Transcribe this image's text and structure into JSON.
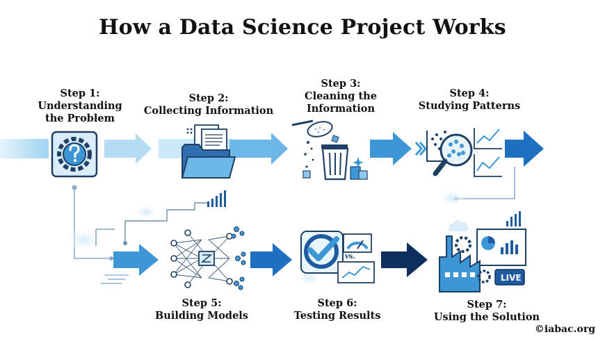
{
  "title": "How a Data Science Project Works",
  "steps": [
    {
      "number": "Step 1:",
      "name": "Understanding the Problem"
    },
    {
      "number": "Step 2:",
      "name": "Collecting Information"
    },
    {
      "number": "Step 3:",
      "name": "Cleaning the Information"
    },
    {
      "number": "Step 4:",
      "name": "Studying Patterns"
    },
    {
      "number": "Step 5:",
      "name": "Building Models"
    },
    {
      "number": "Step 6:",
      "name": "Testing Results"
    },
    {
      "number": "Step 7:",
      "name": "Using the Solution"
    }
  ],
  "badges": {
    "vs": "vs.",
    "live": "LIVE"
  },
  "credit": "©iabac.org",
  "colors": {
    "light": "#8ec8ee",
    "mid": "#3d97d6",
    "dark": "#1e5aa0",
    "navy": "#0e2f5e",
    "ink": "#1d3f63"
  }
}
